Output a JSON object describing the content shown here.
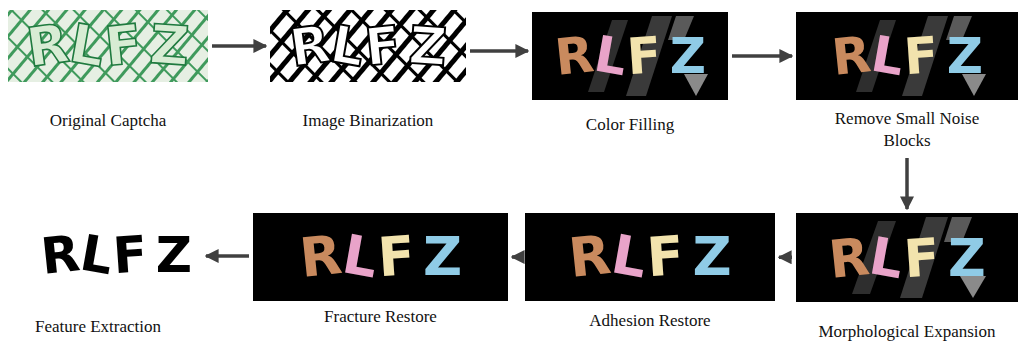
{
  "diagram": {
    "nodes": [
      {
        "text": [
          "Original Captcha"
        ]
      },
      {
        "text": [
          "Image Binarization"
        ]
      },
      {
        "text": [
          "Color Filling"
        ]
      },
      {
        "text": [
          "Remove Small Noise Blocks"
        ]
      },
      {
        "text": [
          "Morphological Expansion"
        ]
      },
      {
        "text": [
          "Adhesion Restore"
        ]
      },
      {
        "text": [
          "Fracture Restore"
        ]
      },
      {
        "text": [
          "Feature Extraction"
        ]
      }
    ],
    "edges": [
      {
        "from": 0,
        "to": 1,
        "arrow": "to"
      },
      {
        "from": 1,
        "to": 2,
        "arrow": "to"
      },
      {
        "from": 2,
        "to": 3,
        "arrow": "to"
      },
      {
        "from": 3,
        "to": 4,
        "arrow": "to"
      },
      {
        "from": 4,
        "to": 5,
        "arrow": "to"
      },
      {
        "from": 5,
        "to": 6,
        "arrow": "to"
      },
      {
        "from": 6,
        "to": 7,
        "arrow": "to"
      }
    ],
    "labels": [
      "RLFZ",
      "RLFZ",
      "RLFZ",
      "RLFZ",
      "RLFZ",
      "RLFZ",
      "RLFZ",
      "RLFZ"
    ]
  }
}
